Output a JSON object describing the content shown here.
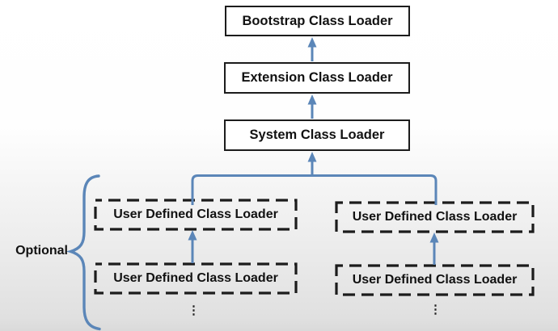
{
  "diagram": {
    "nodes": {
      "bootstrap": {
        "label": "Bootstrap Class Loader"
      },
      "extension": {
        "label": "Extension Class Loader"
      },
      "system": {
        "label": "System Class Loader"
      },
      "user_left_top": {
        "label": "User Defined Class Loader"
      },
      "user_right_top": {
        "label": "User Defined Class Loader"
      },
      "user_left_bottom": {
        "label": "User Defined Class Loader"
      },
      "user_right_bottom": {
        "label": "User Defined Class Loader"
      }
    },
    "edges": [
      {
        "from": "Extension Class Loader",
        "to": "Bootstrap Class Loader",
        "type": "arrow-up"
      },
      {
        "from": "System Class Loader",
        "to": "Extension Class Loader",
        "type": "arrow-up"
      },
      {
        "from": "User Defined Class Loaders",
        "to": "System Class Loader",
        "type": "arrow-up-branched"
      },
      {
        "from": "User Defined Class Loader (left bottom)",
        "to": "User Defined Class Loader (left top)",
        "type": "arrow-up"
      },
      {
        "from": "User Defined Class Loader (right bottom)",
        "to": "User Defined Class Loader (right top)",
        "type": "arrow-up"
      }
    ],
    "annotations": {
      "optional": "Optional",
      "ellipsis_left": "⋮",
      "ellipsis_right": "⋮"
    },
    "colors": {
      "accent": "#5b86b8",
      "ink": "#1c1c1c",
      "box_bg": "#ffffff"
    }
  }
}
